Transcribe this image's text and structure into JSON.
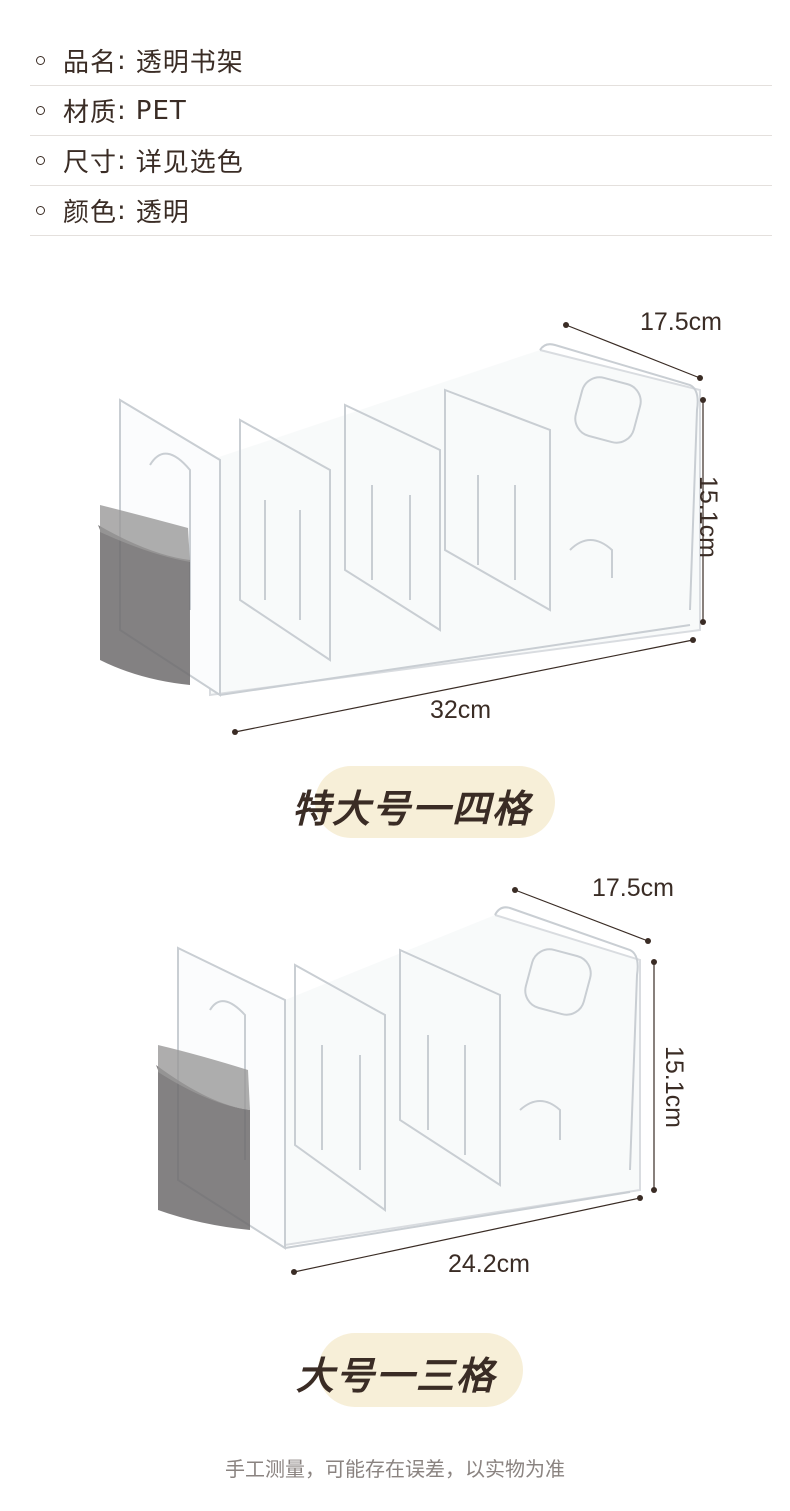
{
  "specs": [
    {
      "label": "品名",
      "value": "透明书架"
    },
    {
      "label": "材质",
      "value": "PET"
    },
    {
      "label": "尺寸",
      "value": "详见选色"
    },
    {
      "label": "颜色",
      "value": "透明"
    }
  ],
  "figures": [
    {
      "depth": "17.5cm",
      "height": "15.1cm",
      "width": "32cm",
      "caption": "特大号一四格"
    },
    {
      "depth": "17.5cm",
      "height": "15.1cm",
      "width": "24.2cm",
      "caption": "大号一三格"
    }
  ],
  "footer": "手工测量，可能存在误差，以实物为准",
  "colors": {
    "text": "#3a2c25",
    "caption_bg": "#f7efd8",
    "divider": "#e4e0dd",
    "acrylic_edge": "#c9ced3",
    "cup": "#6d6b6c"
  }
}
